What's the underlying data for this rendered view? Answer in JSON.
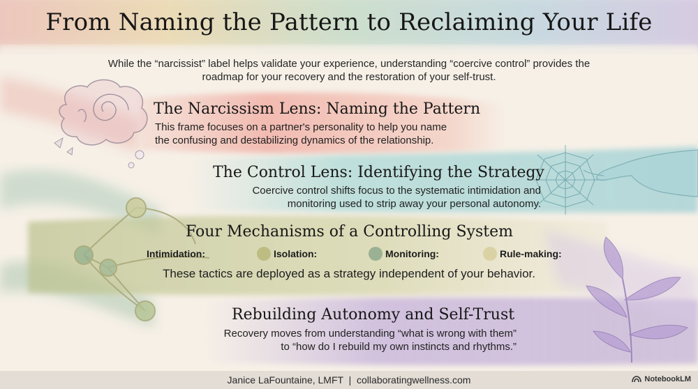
{
  "title": "From Naming the Pattern to Reclaiming Your Life",
  "intro": "While the “narcissist” label helps validate your experience, understanding “coercive control” provides the roadmap for your recovery and the restoration of your self-trust.",
  "sections": [
    {
      "title": "The Narcissism Lens: Naming the Pattern",
      "body": "This frame focuses on a partner's personality to help you name the confusing and destabilizing dynamics of the relationship."
    },
    {
      "title": "The Control Lens: Identifying the Strategy",
      "body": "Coercive control shifts focus to the systematic intimidation and monitoring used to strip away your personal autonomy."
    },
    {
      "title": "Four Mechanisms of a Controlling System",
      "mechanisms": [
        "Intimidation:",
        "Isolation:",
        "Monitoring:",
        "Rule-making:"
      ],
      "caption": "These tactics are deployed as a strategy independent of your behavior."
    },
    {
      "title": "Rebuilding Autonomy and Self-Trust",
      "body": "Recovery moves from understanding “what is wrong with them” to “how do I rebuild my own instincts and rhythms.”"
    }
  ],
  "footer": {
    "author": "Janice LaFountaine, LMFT  |  collaboratingwellness.com",
    "brand": "NotebookLM"
  },
  "colors": {
    "band_pink": "#f2b8b0",
    "band_teal": "#a9d6d6",
    "band_olive": "#c9cc9a",
    "band_purple": "#cbb9dc",
    "dot_olive": "#b9b97a",
    "dot_green": "#8ea98c",
    "dot_tan": "#d8cfa0"
  },
  "icons": [
    "brain-cloud-icon",
    "spider-web-hand-icon",
    "network-nodes-icon",
    "purple-plant-icon",
    "notebooklm-logo-icon"
  ]
}
